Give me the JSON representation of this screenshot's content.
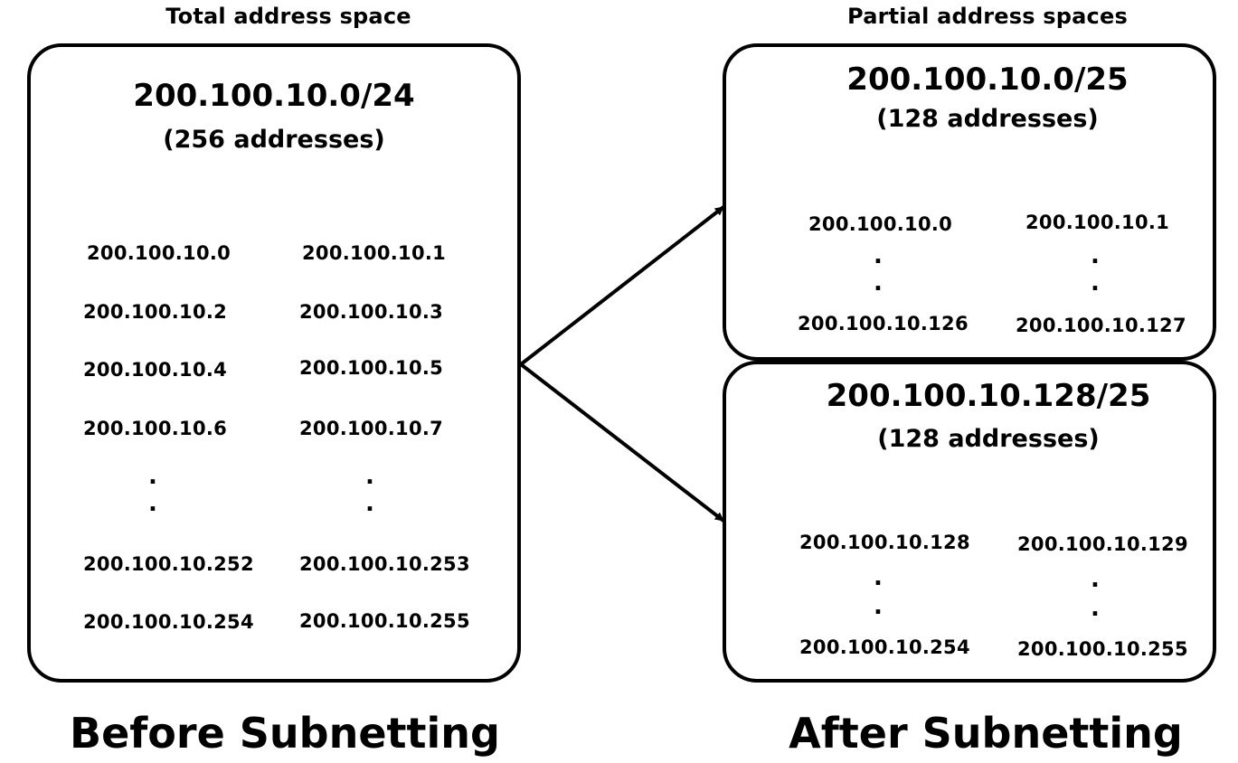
{
  "before": {
    "section_label": "Total address space",
    "cidr": "200.100.10.0/24",
    "count": "(256 addresses)",
    "addresses_left": [
      "200.100.10.0",
      "200.100.10.2",
      "200.100.10.4",
      "200.100.10.6",
      "200.100.10.252",
      "200.100.10.254"
    ],
    "addresses_right": [
      "200.100.10.1",
      "200.100.10.3",
      "200.100.10.5",
      "200.100.10.7",
      "200.100.10.253",
      "200.100.10.255"
    ],
    "ellipsis": ".",
    "footer": "Before Subnetting"
  },
  "after": {
    "section_label": "Partial address spaces",
    "subnets": [
      {
        "cidr": "200.100.10.0/25",
        "count": "(128 addresses)",
        "first_left": "200.100.10.0",
        "first_right": "200.100.10.1",
        "last_left": "200.100.10.126",
        "last_right": "200.100.10.127"
      },
      {
        "cidr": "200.100.10.128/25",
        "count": "(128 addresses)",
        "first_left": "200.100.10.128",
        "first_right": "200.100.10.129",
        "last_left": "200.100.10.254",
        "last_right": "200.100.10.255"
      }
    ],
    "ellipsis": ".",
    "footer": "After Subnetting"
  }
}
